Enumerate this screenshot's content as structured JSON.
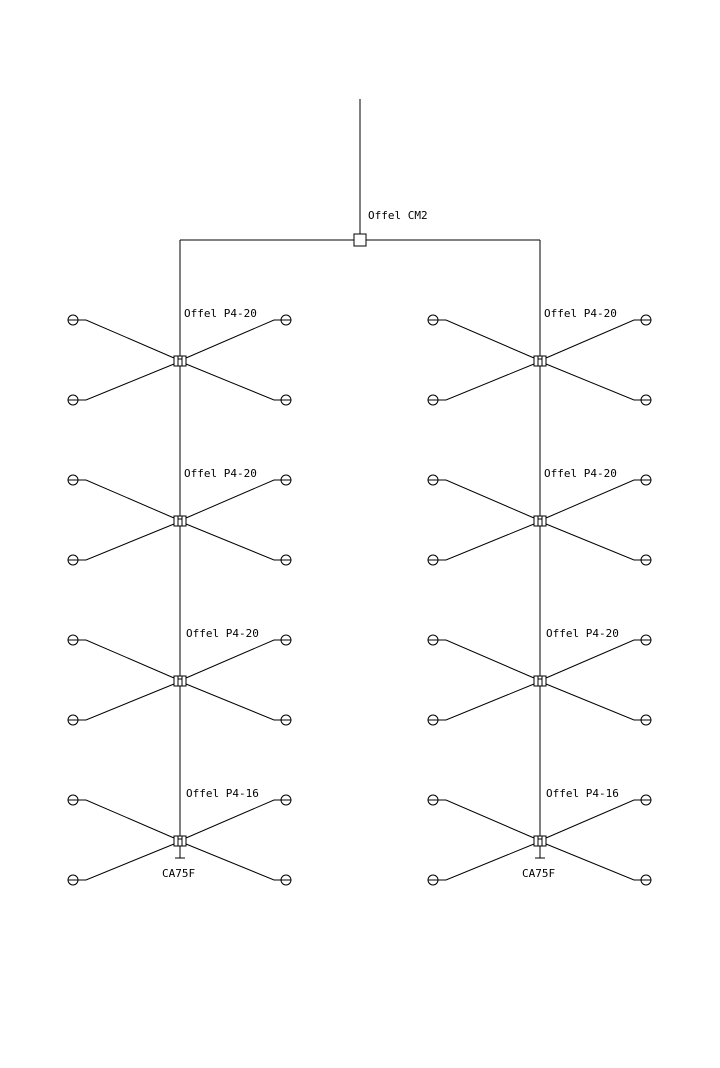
{
  "splitter": {
    "label": "Offel CM2"
  },
  "branches": [
    {
      "taps": [
        {
          "label": "Offel P4-20"
        },
        {
          "label": "Offel P4-20"
        },
        {
          "label": "Offel P4-20"
        },
        {
          "label": "Offel P4-16"
        }
      ],
      "terminator": {
        "label": "CA75F"
      }
    },
    {
      "taps": [
        {
          "label": "Offel P4-20"
        },
        {
          "label": "Offel P4-20"
        },
        {
          "label": "Offel P4-20"
        },
        {
          "label": "Offel P4-16"
        }
      ],
      "terminator": {
        "label": "CA75F"
      }
    }
  ],
  "colors": {
    "line": "#000000",
    "background": "#ffffff"
  }
}
